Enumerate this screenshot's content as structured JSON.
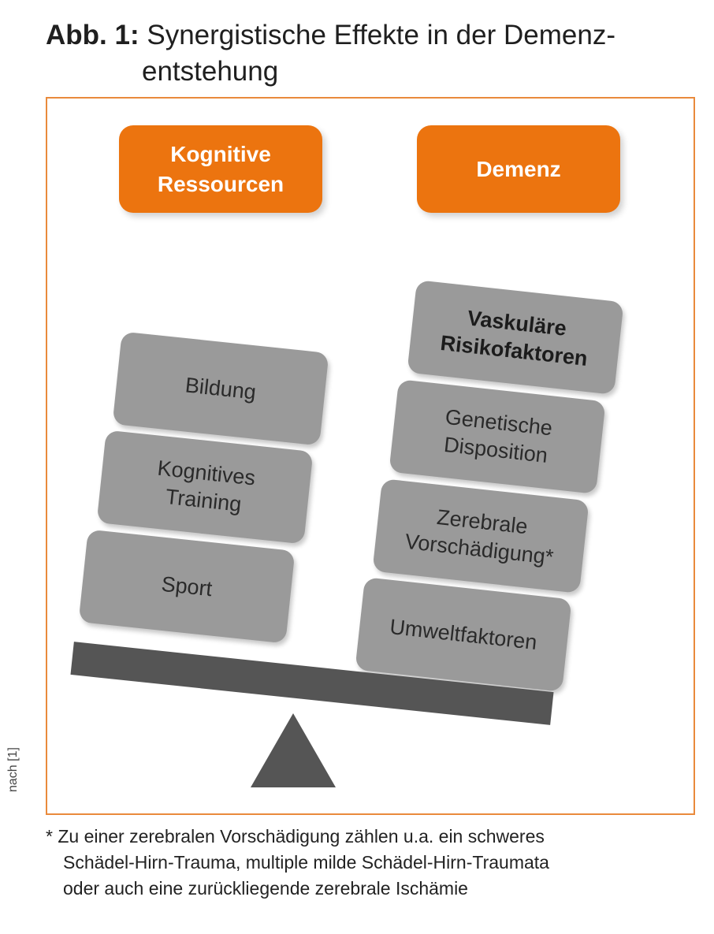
{
  "title": {
    "prefix": "Abb. 1:",
    "line1": "Synergistische Effekte in der Demenz-",
    "line2": "entstehung"
  },
  "top_boxes": {
    "left_line1": "Kognitive",
    "left_line2": "Ressourcen",
    "right": "Demenz"
  },
  "left_blocks": {
    "bildung": "Bildung",
    "training_line1": "Kognitives",
    "training_line2": "Training",
    "sport": "Sport"
  },
  "right_blocks": {
    "vaskulaer_line1": "Vaskuläre",
    "vaskulaer_line2": "Risikofaktoren",
    "genetisch_line1": "Genetische",
    "genetisch_line2": "Disposition",
    "zerebral_line1": "Zerebrale",
    "zerebral_line2": "Vorschädigung*",
    "umwelt": "Umweltfaktoren"
  },
  "source": "nach [1]",
  "footnote": {
    "line1": "* Zu einer zerebralen Vorschädigung zählen u.a. ein schweres",
    "line2": "Schädel-Hirn-Trauma, multiple milde Schädel-Hirn-Traumata",
    "line3": "oder auch eine zurückliegende zerebrale Ischämie"
  },
  "colors": {
    "accent_orange": "#ec740f",
    "frame_orange": "#e98a3c",
    "block_gray": "#9a9a9a",
    "beam_gray": "#555555"
  }
}
